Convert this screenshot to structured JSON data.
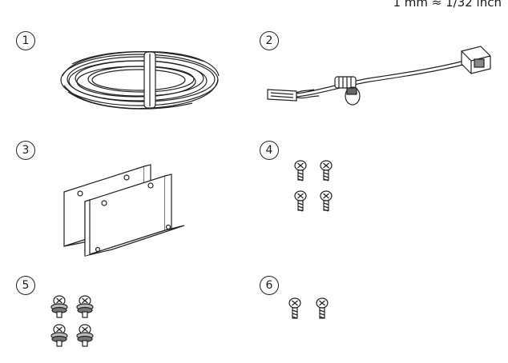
{
  "header": {
    "scale_note": "1 mm ≈ 1/32 inch"
  },
  "items": [
    {
      "number": "1",
      "icon": "cable-coil"
    },
    {
      "number": "2",
      "icon": "wiring-harness"
    },
    {
      "number": "3",
      "icon": "mounting-brackets"
    },
    {
      "number": "4",
      "icon": "screws"
    },
    {
      "number": "5",
      "icon": "screws-with-washers"
    },
    {
      "number": "6",
      "icon": "screws"
    }
  ],
  "colors": {
    "line": "#222222",
    "fill": "#ffffff",
    "shade": "#bfbfbf"
  }
}
